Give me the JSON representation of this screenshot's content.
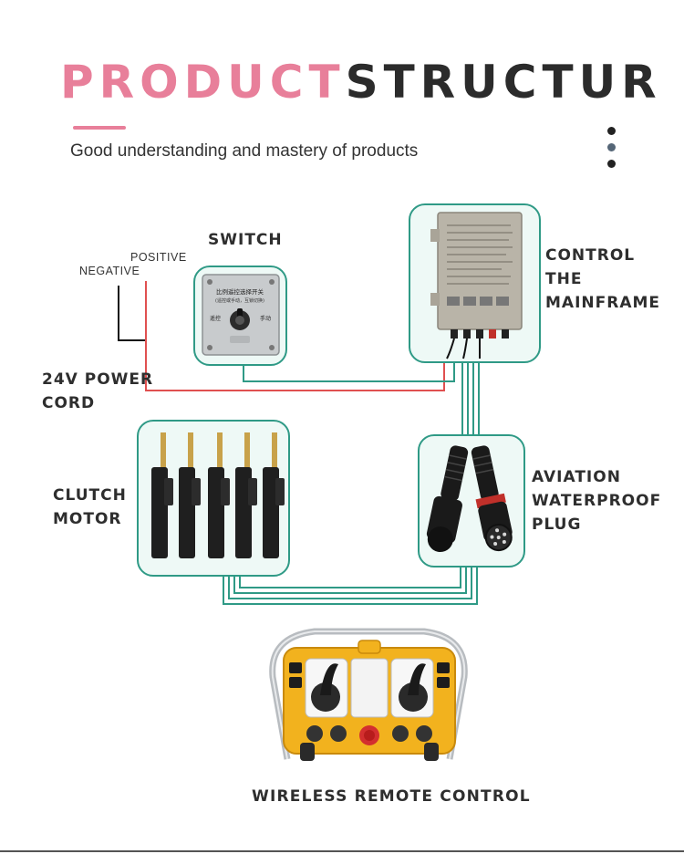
{
  "header": {
    "title_part1": "PRODUCT",
    "title_part2": "STRUCTUR",
    "subtitle": "Good understanding and mastery of products",
    "accent_color": "#e87f9a",
    "dots_colors": [
      "#222222",
      "#556677",
      "#222222"
    ]
  },
  "labels": {
    "switch": "SWITCH",
    "positive": "POSITIVE",
    "negative": "NEGATIVE",
    "power_cord": "24V POWER\nCORD",
    "control": "CONTROL\nTHE\nMAINFRAME",
    "clutch_motor": "CLUTCH\n MOTOR",
    "aviation_plug": "AVIATION\nWATERPROOF\nPLUG",
    "remote": "WIRELESS REMOTE CONTROL"
  },
  "switch_panel": {
    "title": "比例遥控选择开关",
    "subtitle": "(遥控或手动，互锁切换)",
    "left_text": "遥控",
    "right_text": "手动"
  },
  "colors": {
    "wire_teal": "#2f9a86",
    "wire_red": "#e05050",
    "wire_black": "#111111"
  }
}
